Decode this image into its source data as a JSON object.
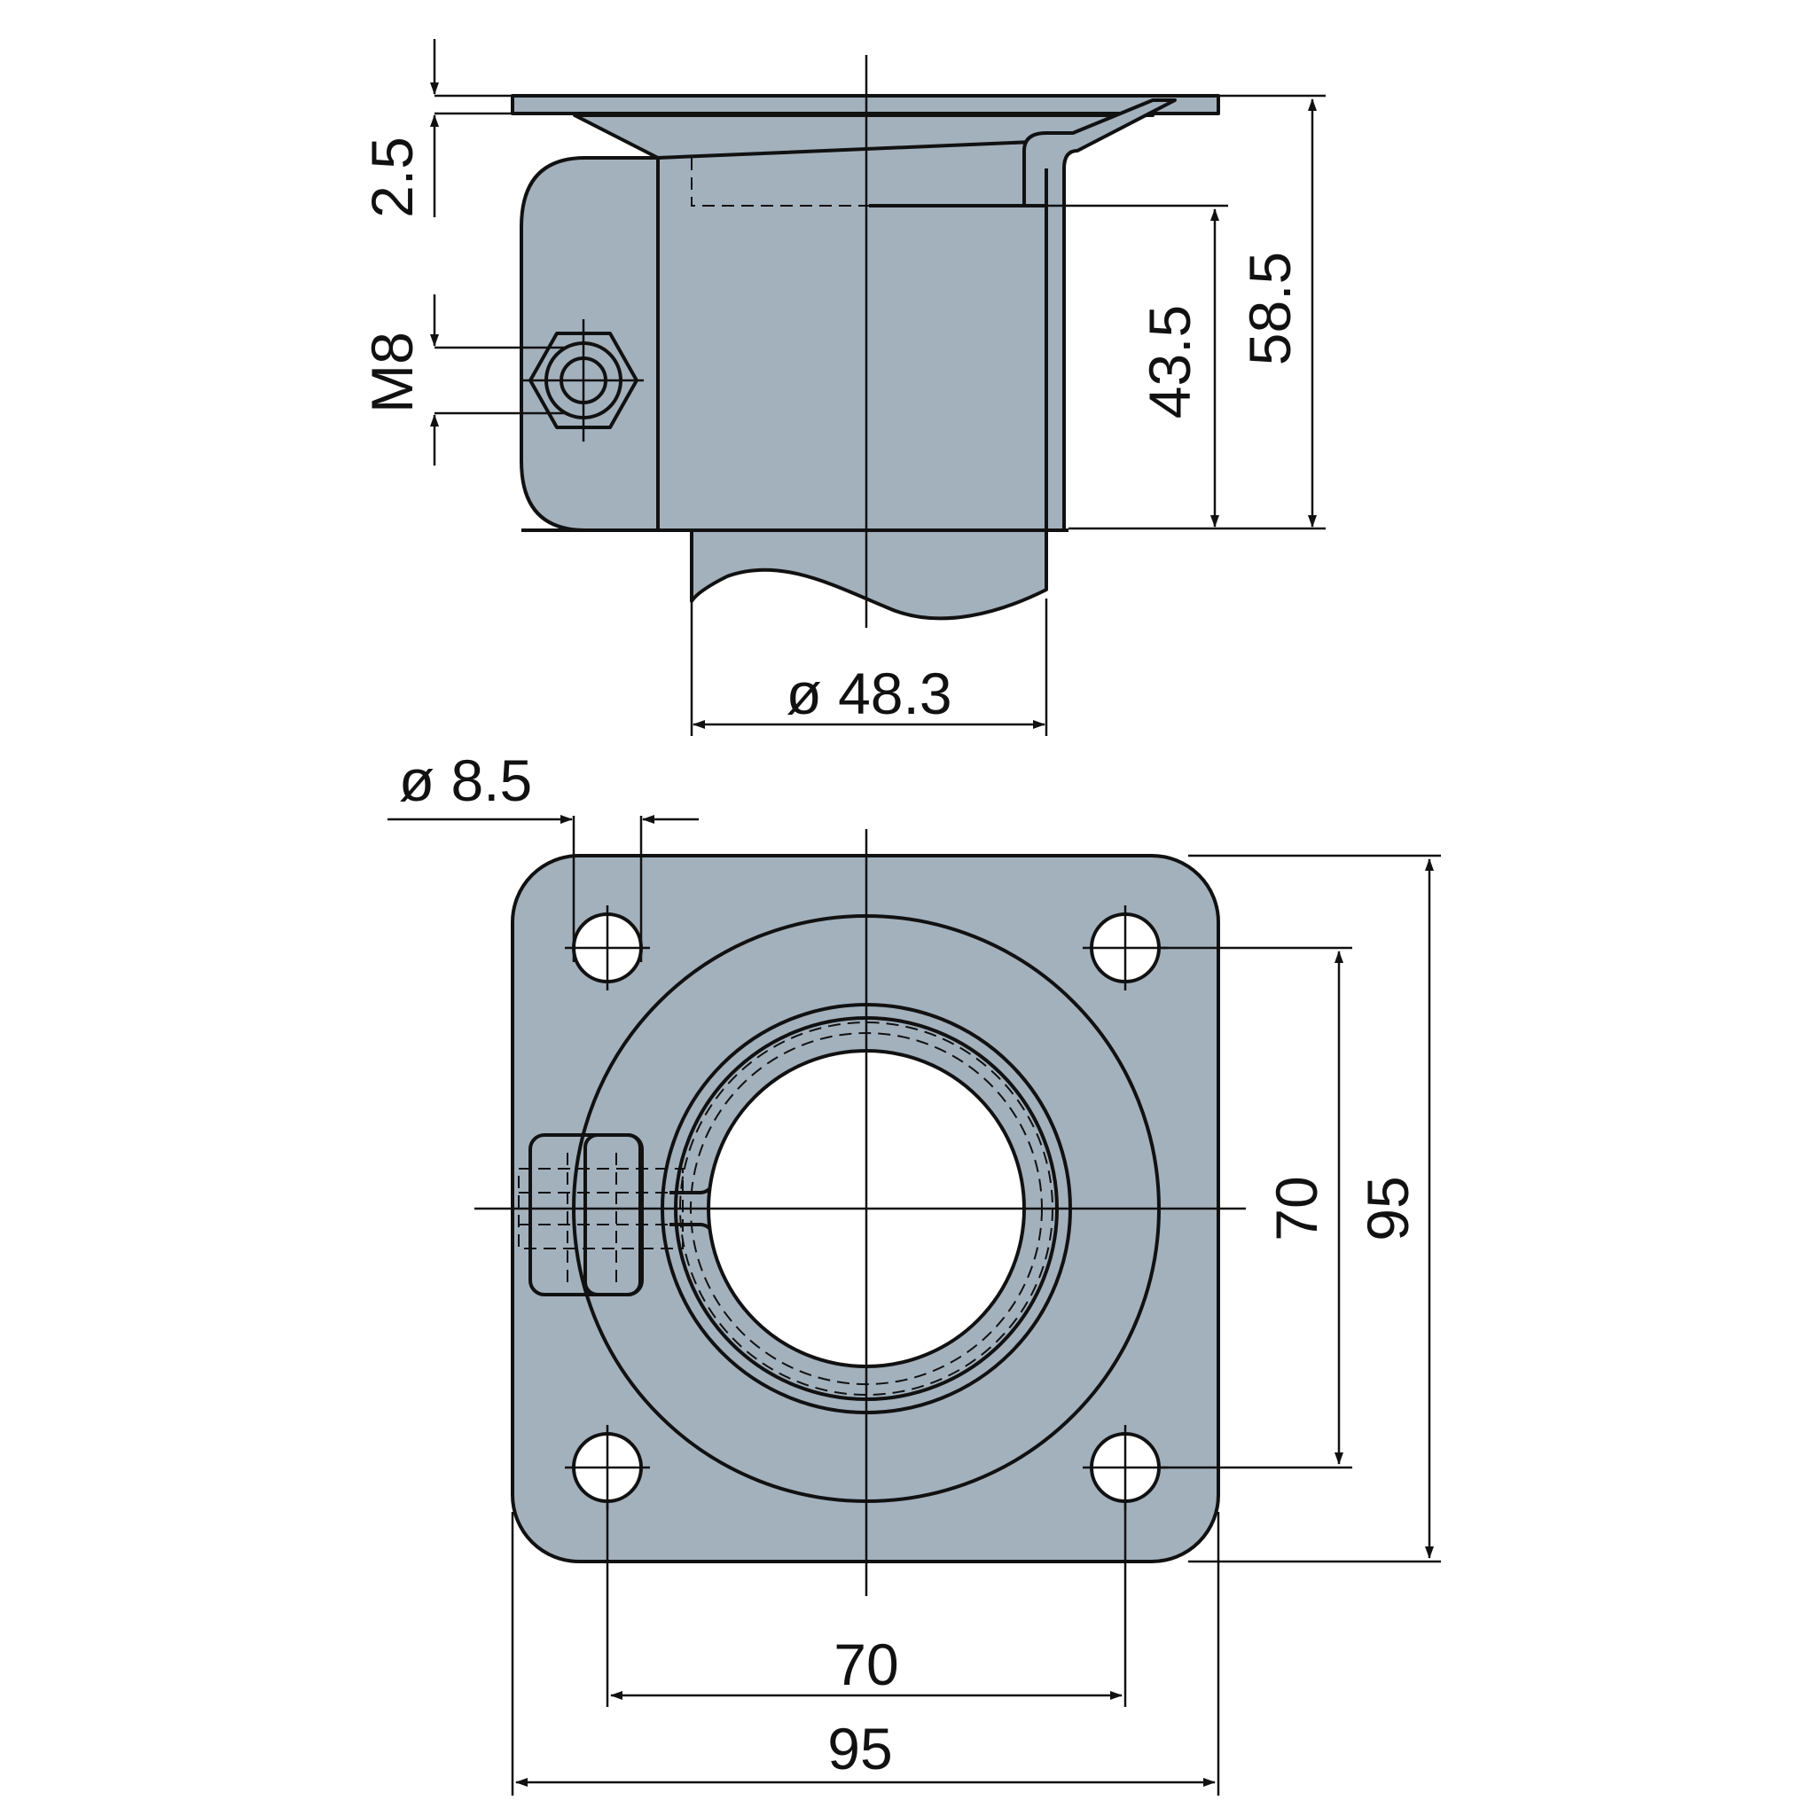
{
  "dimensions": {
    "plate_thickness": "2.5",
    "bolt_thread": "M8",
    "socket_depth": "43.5",
    "overall_height": "58.5",
    "tube_diameter": "ø 48.3",
    "hole_diameter": "ø 8.5",
    "hole_spacing_vertical": "70",
    "plate_size_vertical": "95",
    "hole_spacing_horizontal": "70",
    "plate_size_horizontal": "95"
  },
  "colors": {
    "part_fill": "#a3b1bd",
    "line": "#111111",
    "background": "#ffffff"
  }
}
